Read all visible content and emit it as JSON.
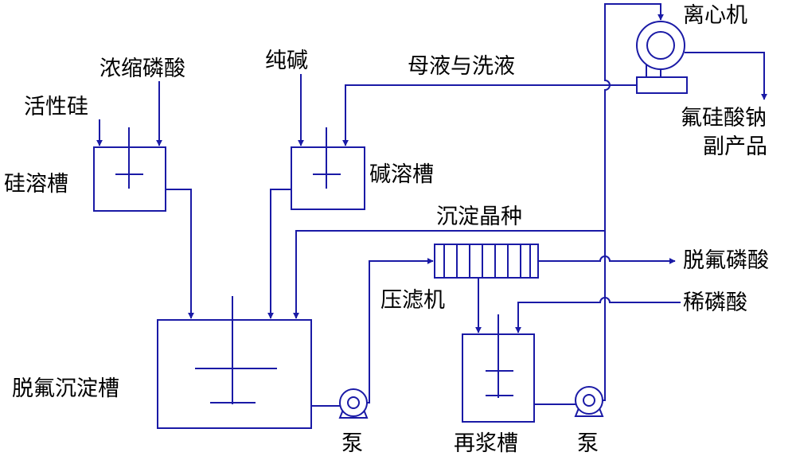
{
  "colors": {
    "line": "#1a1aa6",
    "text": "#000000",
    "background": "#ffffff"
  },
  "labels": {
    "active_silica": "活性硅",
    "conc_phosphoric": "浓缩磷酸",
    "soda_ash": "纯碱",
    "mother_wash": "母液与洗液",
    "centrifuge": "离心机",
    "byproduct_line1": "氟硅酸钠",
    "byproduct_line2": "副产品",
    "silica_tank": "硅溶槽",
    "alkali_tank": "碱溶槽",
    "seed": "沉淀晶种",
    "defluor_tank": "脱氟沉淀槽",
    "filter_press": "压滤机",
    "defluor_acid": "脱氟磷酸",
    "dilute_acid": "稀磷酸",
    "pump1": "泵",
    "reslurry_tank": "再浆槽",
    "pump2": "泵"
  }
}
